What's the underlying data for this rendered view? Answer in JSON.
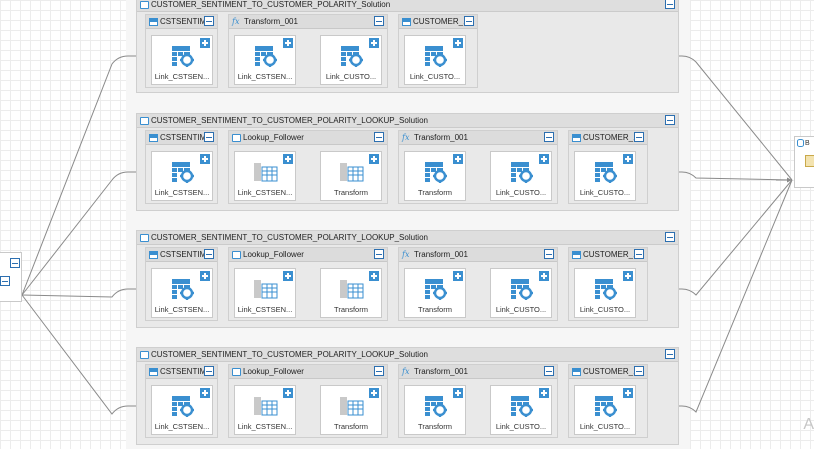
{
  "colors": {
    "accent": "#3a8fd0",
    "wire": "#8a8a8a",
    "panel": "#f6f6f6",
    "node": "#e9e9e9"
  },
  "top_flow": {
    "title": "CUSTOMER_SENTIMENT_TO_CUSTOMER_POLARITY_Solution",
    "groups": [
      {
        "title": "CSTSENTIME",
        "icon": "table-icon",
        "tiles": [
          {
            "label": "Link_CSTSEN...",
            "icon": "table-gear-icon"
          }
        ]
      },
      {
        "title": "Transform_001",
        "icon": "function-icon",
        "tiles": [
          {
            "label": "Link_CSTSEN...",
            "icon": "table-gear-icon"
          },
          {
            "label": "Link_CUSTO...",
            "icon": "table-gear-icon"
          }
        ]
      },
      {
        "title": "CUSTOMER_...",
        "icon": "table-icon",
        "tiles": [
          {
            "label": "Link_CUSTO...",
            "icon": "table-gear-icon"
          }
        ]
      }
    ]
  },
  "lookup_flows": [
    {
      "title": "CUSTOMER_SENTIMENT_TO_CUSTOMER_POLARITY_LOOKUP_Solution",
      "groups": [
        {
          "title": "CSTSENTIME",
          "icon": "table-icon",
          "tiles": [
            {
              "label": "Link_CSTSEN...",
              "icon": "table-gear-icon"
            }
          ]
        },
        {
          "title": "Lookup_Follower",
          "icon": "lookup-icon",
          "tiles": [
            {
              "label": "Link_CSTSEN...",
              "icon": "lookup-table-icon"
            },
            {
              "label": "Transform",
              "icon": "lookup-table-icon"
            }
          ]
        },
        {
          "title": "Transform_001",
          "icon": "function-icon",
          "tiles": [
            {
              "label": "Transform",
              "icon": "table-gear-icon"
            },
            {
              "label": "Link_CUSTO...",
              "icon": "table-gear-icon"
            }
          ]
        },
        {
          "title": "CUSTOMER_...",
          "icon": "table-icon",
          "tiles": [
            {
              "label": "Link_CUSTO...",
              "icon": "table-gear-icon"
            }
          ]
        }
      ]
    },
    {
      "title": "CUSTOMER_SENTIMENT_TO_CUSTOMER_POLARITY_LOOKUP_Solution",
      "groups": [
        {
          "title": "CSTSENTIME",
          "icon": "table-icon",
          "tiles": [
            {
              "label": "Link_CSTSEN...",
              "icon": "table-gear-icon"
            }
          ]
        },
        {
          "title": "Lookup_Follower",
          "icon": "lookup-icon",
          "tiles": [
            {
              "label": "Link_CSTSEN...",
              "icon": "lookup-table-icon"
            },
            {
              "label": "Transform",
              "icon": "lookup-table-icon"
            }
          ]
        },
        {
          "title": "Transform_001",
          "icon": "function-icon",
          "tiles": [
            {
              "label": "Transform",
              "icon": "table-gear-icon"
            },
            {
              "label": "Link_CUSTO...",
              "icon": "table-gear-icon"
            }
          ]
        },
        {
          "title": "CUSTOMER_...",
          "icon": "table-icon",
          "tiles": [
            {
              "label": "Link_CUSTO...",
              "icon": "table-gear-icon"
            }
          ]
        }
      ]
    },
    {
      "title": "CUSTOMER_SENTIMENT_TO_CUSTOMER_POLARITY_LOOKUP_Solution",
      "groups": [
        {
          "title": "CSTSENTIME",
          "icon": "table-icon",
          "tiles": [
            {
              "label": "Link_CSTSEN...",
              "icon": "table-gear-icon"
            }
          ]
        },
        {
          "title": "Lookup_Follower",
          "icon": "lookup-icon",
          "tiles": [
            {
              "label": "Link_CSTSEN...",
              "icon": "lookup-table-icon"
            },
            {
              "label": "Transform",
              "icon": "lookup-table-icon"
            }
          ]
        },
        {
          "title": "Transform_001",
          "icon": "function-icon",
          "tiles": [
            {
              "label": "Transform",
              "icon": "table-gear-icon"
            },
            {
              "label": "Link_CUSTO...",
              "icon": "table-gear-icon"
            }
          ]
        },
        {
          "title": "CUSTOMER_...",
          "icon": "table-icon",
          "tiles": [
            {
              "label": "Link_CUSTO...",
              "icon": "table-gear-icon"
            }
          ]
        }
      ]
    }
  ],
  "right_node": {
    "title": "B",
    "icon": "database-icon"
  },
  "watermark": "A"
}
